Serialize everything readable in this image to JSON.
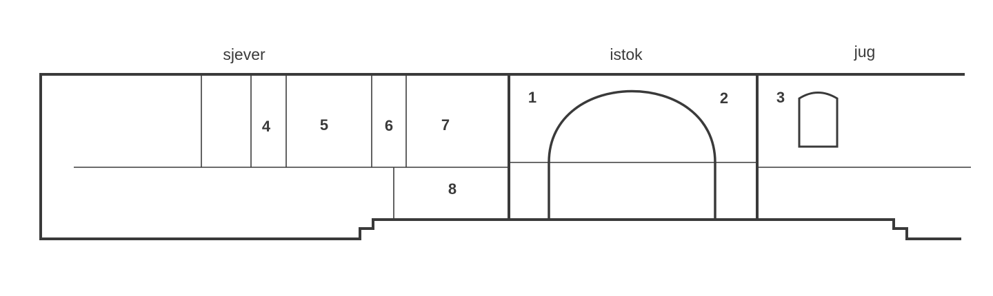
{
  "labels": {
    "north": "sjever",
    "east": "istok",
    "south": "jug"
  },
  "sections": {
    "s1": "1",
    "s2": "2",
    "s3": "3",
    "s4": "4",
    "s5": "5",
    "s6": "6",
    "s7": "7",
    "s8": "8"
  }
}
